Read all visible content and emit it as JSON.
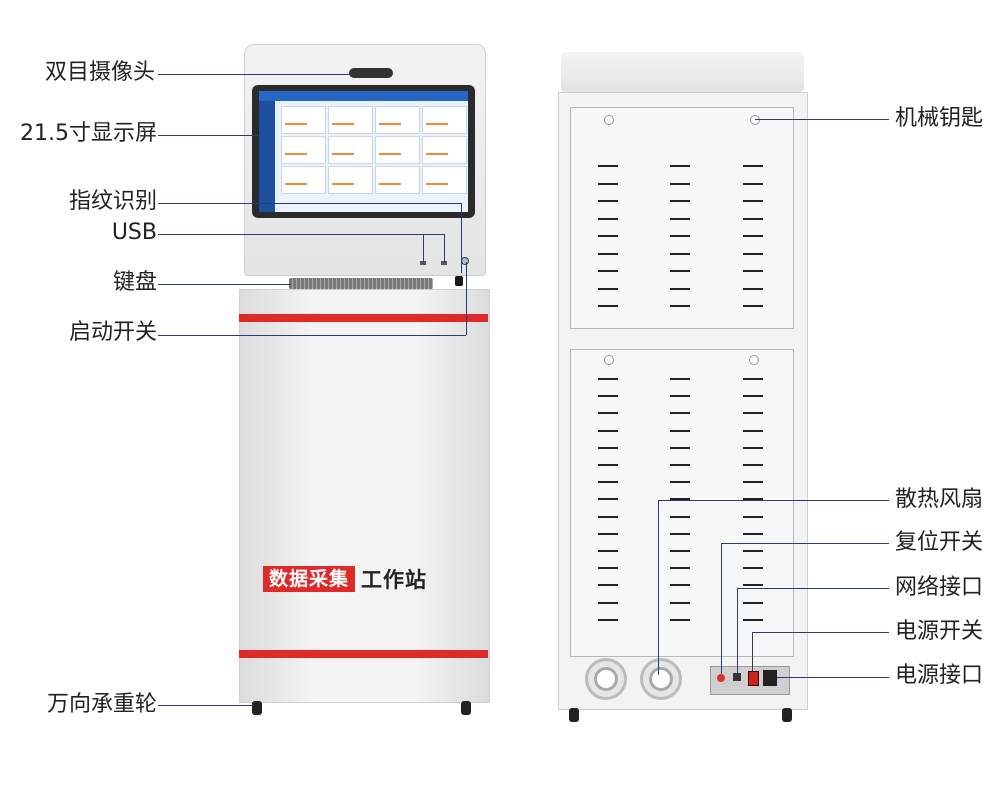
{
  "front_callouts": [
    "双目摄像头",
    "21.5寸显示屏",
    "指纹识别",
    "USB",
    "键盘",
    "启动开关",
    "万向承重轮"
  ],
  "rear_callouts": [
    "机械钥匙",
    "散热风扇",
    "复位开关",
    "网络接口",
    "电源开关",
    "电源接口"
  ],
  "brand": {
    "highlight": "数据采集",
    "rest": "工作站"
  },
  "colors": {
    "accent_red": "#e02a2a",
    "leader_line": "#2c3a7a",
    "screen_blue": "#2767c4"
  }
}
